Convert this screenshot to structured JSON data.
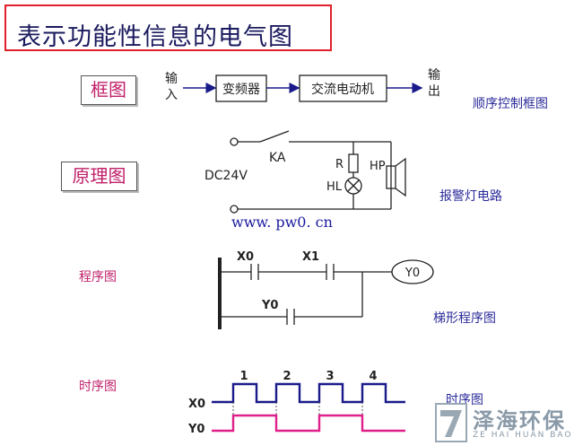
{
  "title": "表示功能性信息的电气图",
  "sections": {
    "block": {
      "label": "框图",
      "caption": "顺序控制框图",
      "input": [
        "输",
        "入"
      ],
      "output": [
        "输",
        "出"
      ],
      "box1": "变频器",
      "box2": "交流电动机"
    },
    "schematic": {
      "label": "原理图",
      "caption": "报警灯电路",
      "switch": "KA",
      "supply": "DC24V",
      "resistor": "R",
      "lamp": "HL",
      "horn": "HP"
    },
    "ladder": {
      "label": "程序图",
      "caption": "梯形程序图",
      "contact1": "X0",
      "contact2": "X1",
      "contact3": "Y0",
      "coil": "Y0"
    },
    "timing": {
      "label": "时序图",
      "caption": "时序图",
      "signal1": "X0",
      "signal2": "Y0",
      "pulses": [
        "1",
        "2",
        "3",
        "4"
      ]
    }
  },
  "watermark": "www. pw0. cn",
  "logo": {
    "cn": "泽海环保",
    "en": "ZE HAI HUAN BAO"
  },
  "colors": {
    "title_border": "#e0202a",
    "label": "#c0206a",
    "caption": "#2a2a9a",
    "x0_wave": "#1a1a8a",
    "y0_wave": "#e0208a"
  }
}
